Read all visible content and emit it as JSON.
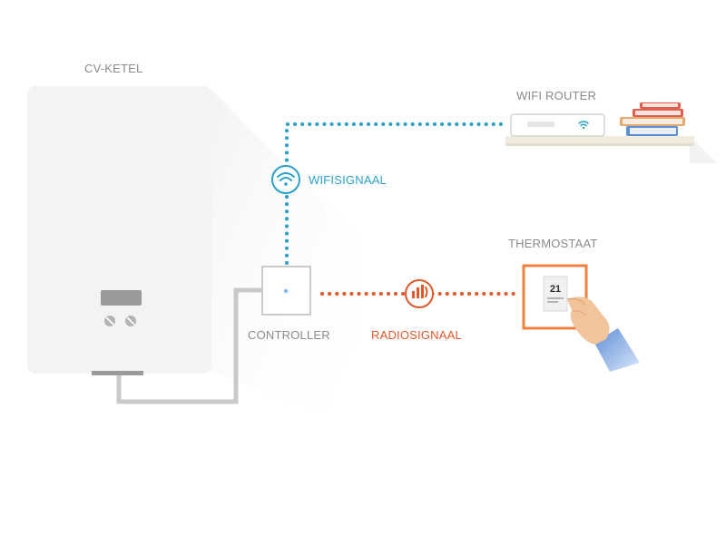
{
  "labels": {
    "boiler": "CV-KETEL",
    "router": "WIFI ROUTER",
    "wifi_signal": "WIFISIGNAAL",
    "thermostat": "THERMOSTAAT",
    "controller": "CONTROLLER",
    "radio_signal": "RADIOSIGNAAL"
  },
  "thermostat_display": "21",
  "colors": {
    "label_gray": "#8a8a8a",
    "wifi_accent": "#2aa1cc",
    "radio_accent": "#e0582a",
    "thermostat_frame": "#f0803c",
    "boiler_body": "#f3f3f3",
    "wire": "#c9c9c9"
  },
  "icons": {
    "wifi_signal": "wifi-icon",
    "radio_signal": "radio-waves-icon",
    "router": "router-icon",
    "hand": "hand-icon"
  }
}
